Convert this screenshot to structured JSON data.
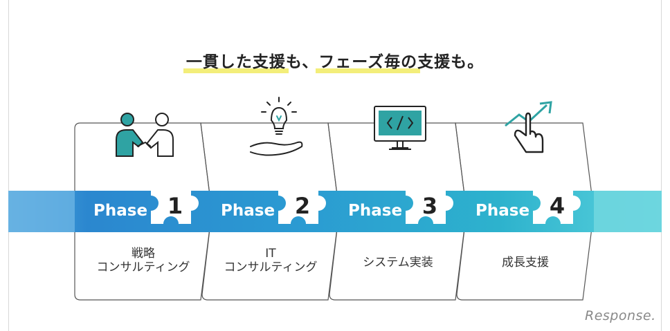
{
  "headline": {
    "part1": "一貫した支援",
    "sep": "も、",
    "part2": "フェーズ毎の",
    "part3": "支援も。"
  },
  "colors": {
    "band_left": "#3e9fdd",
    "band_right": "#49c9d7",
    "puzzle": "#ffffff",
    "highlight": "#f3ee7a",
    "icon_teal": "#2fa3a3"
  },
  "phases": [
    {
      "word": "Phase",
      "number": "1",
      "label": "戦略\nコンサルティング",
      "icon": "handshake-icon"
    },
    {
      "word": "Phase",
      "number": "2",
      "label": "IT\nコンサルティング",
      "icon": "lightbulb-hand-icon"
    },
    {
      "word": "Phase",
      "number": "3",
      "label": "システム実装",
      "icon": "monitor-code-icon"
    },
    {
      "word": "Phase",
      "number": "4",
      "label": "成長支援",
      "icon": "growth-pointer-icon"
    }
  ],
  "watermark": "Response."
}
